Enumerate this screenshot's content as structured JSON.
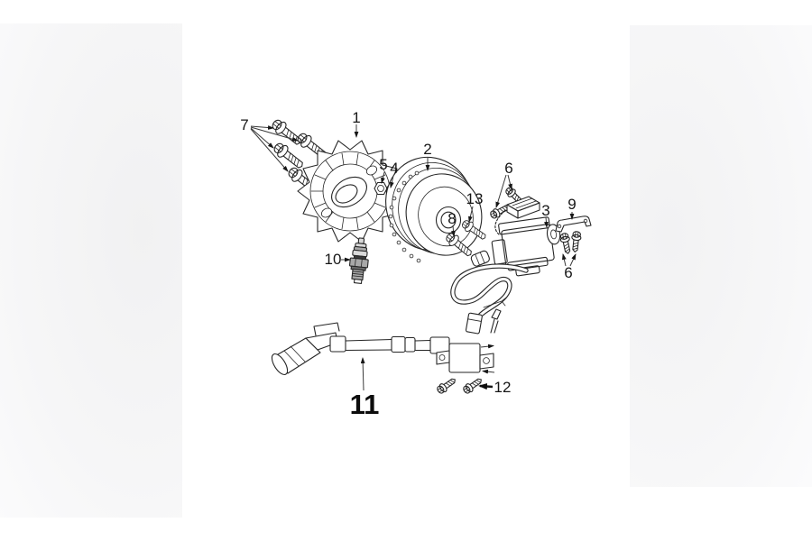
{
  "page": {
    "background": "#ffffff",
    "panel_tint": "#f3f3f4",
    "line_color": "#262626",
    "label_color": "#161616"
  },
  "callouts": {
    "c1": "1",
    "c2": "2",
    "c3": "3",
    "c4": "4",
    "c5": "5",
    "c6_top": "6",
    "c6_bottom": "6",
    "c7": "7",
    "c8": "8",
    "c9": "9",
    "c10": "10",
    "c11": "11",
    "c12": "12",
    "c13": "13"
  }
}
